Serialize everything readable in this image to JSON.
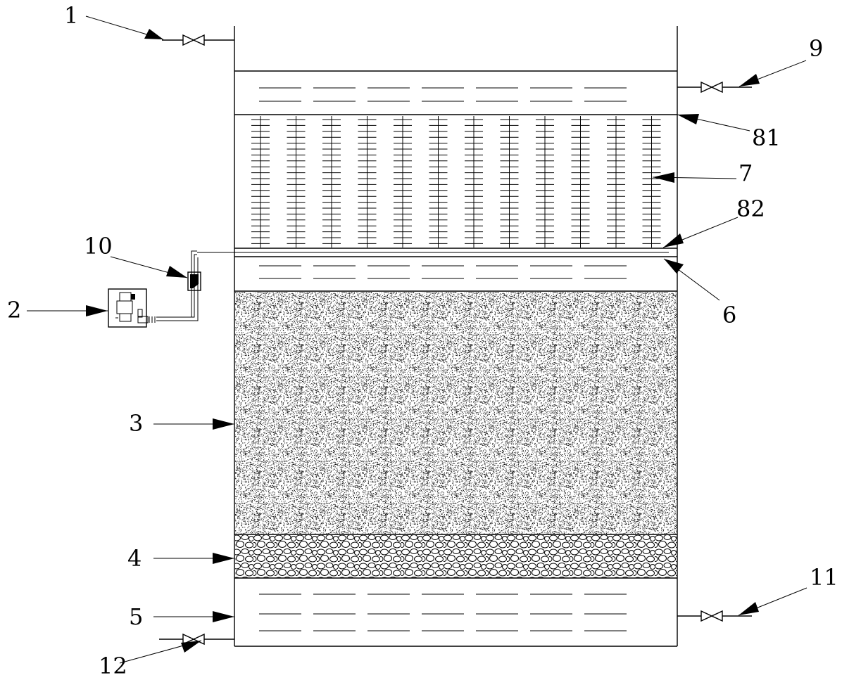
{
  "labels": {
    "l1": "1",
    "l2": "2",
    "l3": "3",
    "l4": "4",
    "l5": "5",
    "l6": "6",
    "l7": "7",
    "l9": "9",
    "l10": "10",
    "l11": "11",
    "l12": "12",
    "l81": "81",
    "l82": "82"
  },
  "colors": {
    "line": "#000000",
    "background": "#ffffff"
  }
}
